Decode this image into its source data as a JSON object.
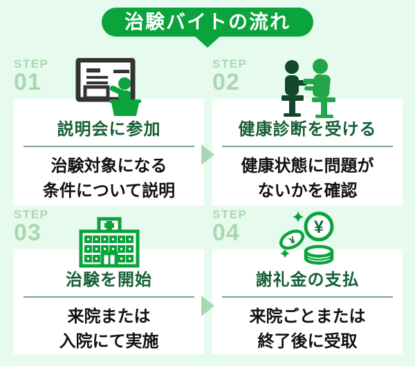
{
  "title": {
    "text": "治験バイトの流れ"
  },
  "steps": [
    {
      "label": "STEP",
      "number": "01",
      "icon": "presentation-icon",
      "heading": "説明会に参加",
      "desc1": "治験対象になる",
      "desc2": "条件について説明"
    },
    {
      "label": "STEP",
      "number": "02",
      "icon": "medical-exam-icon",
      "heading": "健康診断を受ける",
      "desc1": "健康状態に問題が",
      "desc2": "ないかを確認"
    },
    {
      "label": "STEP",
      "number": "03",
      "icon": "hospital-icon",
      "heading": "治験を開始",
      "desc1": "来院または",
      "desc2": "入院にて実施"
    },
    {
      "label": "STEP",
      "number": "04",
      "icon": "reward-money-icon",
      "heading": "謝礼金の支払",
      "desc1": "来院ごとまたは",
      "desc2": "終了後に受取",
      "coin_symbol": "¥"
    }
  ],
  "colors": {
    "brand_green": "#0AA33C",
    "heading_green": "#155E36",
    "light_green": "#A9D8B0",
    "background_mint": "#E6FBEE",
    "card_white": "#FFFFFF",
    "divider_green": "#7CA28C",
    "dark_person_green": "#12472A",
    "text_black": "#111111"
  }
}
